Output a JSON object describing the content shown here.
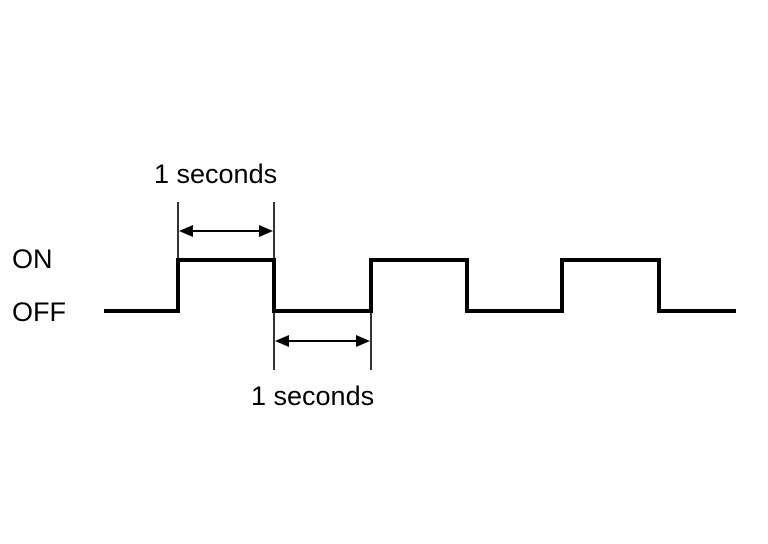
{
  "levels": {
    "on_label": "ON",
    "off_label": "OFF"
  },
  "annotations": {
    "on_duration_label": "1 seconds",
    "off_duration_label": "1 seconds"
  },
  "colors": {
    "ink": "#000000",
    "background": "#ffffff"
  }
}
